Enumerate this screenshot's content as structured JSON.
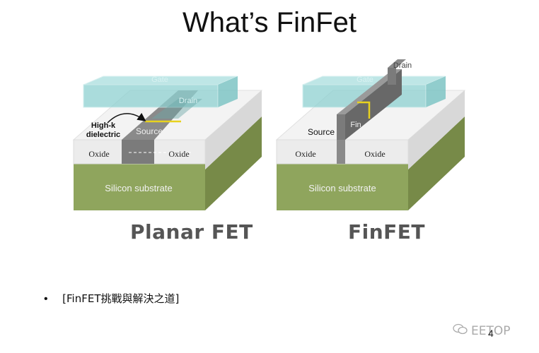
{
  "slide": {
    "title": "What’s FinFet",
    "bullet": "[FinFET挑戰與解決之道]",
    "page_number": "4",
    "watermark": "EETOP"
  },
  "planar": {
    "caption": "Planar FET",
    "labels": {
      "gate": "Gate",
      "drain": "Drain",
      "source": "Source",
      "highk_line1": "High-k",
      "highk_line2": "dielectric",
      "oxide_left": "Oxide",
      "oxide_right": "Oxide",
      "substrate": "Silicon substrate"
    }
  },
  "finfet": {
    "caption": "FinFET",
    "labels": {
      "gate": "Gate",
      "drain": "Drain",
      "source": "Source",
      "fin": "Fin",
      "oxide_left": "Oxide",
      "oxide_right": "Oxide",
      "substrate": "Silicon substrate"
    }
  },
  "colors": {
    "substrate": "#8fa55d",
    "substrate_side": "#778a48",
    "oxide": "#efefef",
    "oxide_side": "#d6d6d6",
    "gate": "#8ed1d1",
    "channel": "#7b7b7b",
    "highlight": "#e8d21e"
  }
}
